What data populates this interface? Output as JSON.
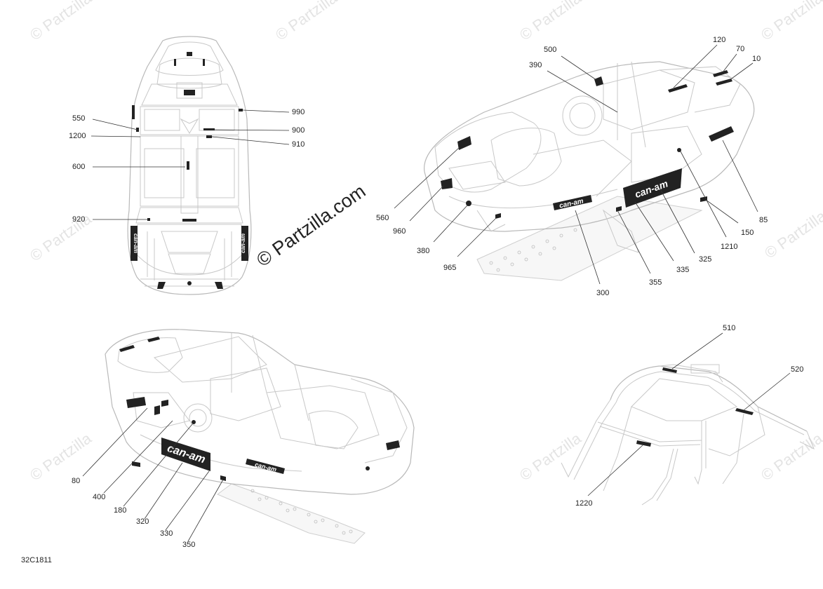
{
  "watermarks": {
    "main": "© Partzilla.com",
    "repeated": "© Partzilla"
  },
  "diagram_code": "32C1811",
  "views": {
    "top": {
      "callouts": [
        "550",
        "1200",
        "600",
        "920",
        "990",
        "900",
        "910"
      ]
    },
    "front_right": {
      "callouts": [
        "500",
        "390",
        "120",
        "70",
        "10",
        "560",
        "960",
        "380",
        "965",
        "300",
        "355",
        "335",
        "325",
        "1210",
        "150",
        "85"
      ]
    },
    "rear_left": {
      "callouts": [
        "80",
        "400",
        "180",
        "320",
        "330",
        "350"
      ]
    },
    "cage": {
      "callouts": [
        "510",
        "520",
        "1220"
      ]
    }
  },
  "decal_text": {
    "brand": "can-am"
  },
  "colors": {
    "outline": "#c8c8c8",
    "decal": "#222222",
    "leader": "#333333",
    "watermark": "#e4e4e4"
  }
}
